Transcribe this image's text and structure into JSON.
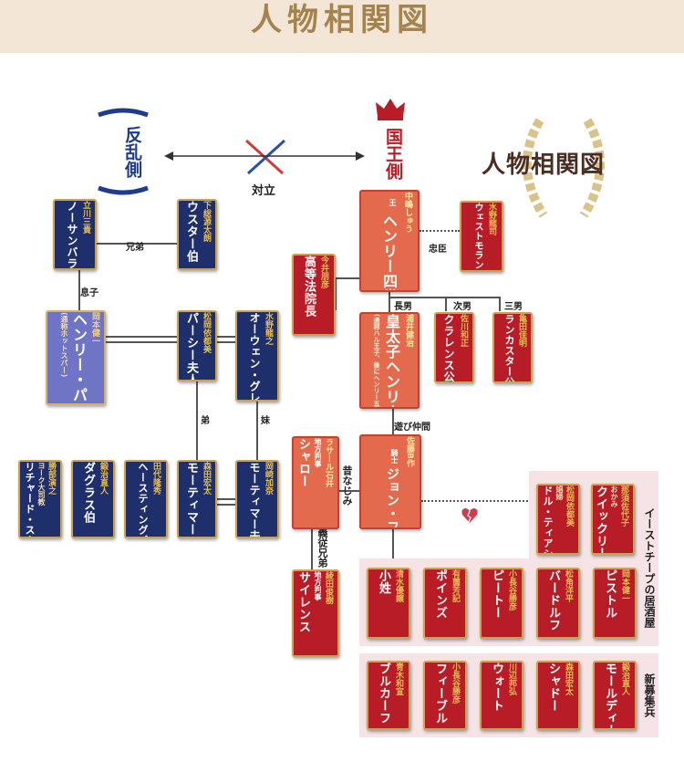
{
  "header_title": "人物相関図",
  "logo_title": "人物相関図",
  "camps": {
    "rebels": "反乱側",
    "royal": "国王側",
    "conflict": "対立"
  },
  "relations": {
    "brothers": "兄弟",
    "son": "息子",
    "younger_brother": "弟",
    "younger_sister": "妹",
    "loyal_vassal": "忠臣",
    "eldest_son": "長男",
    "second_son": "次男",
    "third_son": "三男",
    "playmates": "遊び仲間",
    "old_acquaintance": "昔なじみ",
    "cousins": "義従兄弟"
  },
  "groups": {
    "tavern": "イーストチープの居酒屋",
    "recruits": "新募集兵"
  },
  "colors": {
    "navy": "#1f2f6b",
    "purple": "#6f74c4",
    "salmon": "#e36a4d",
    "crimson": "#b81c26",
    "gold": "#caa252",
    "header": "#f3e6d7",
    "heart": "#d33a4a"
  },
  "icons": {
    "crown": "crown-icon",
    "swords": "crossed-swords-icon",
    "laurel": "laurel-wreath-icon",
    "heart": "broken-heart-icon"
  },
  "characters": {
    "worcester": {
      "actor": "下総源太朗",
      "role": "ウスター伯"
    },
    "northumberland": {
      "actor": "立川三貴",
      "role": "ノーサンバランド伯"
    },
    "hotspur": {
      "actor": "岡本健一",
      "sub": "(通称ホットスパー)",
      "role": "ヘンリー・パーシー"
    },
    "lady_percy": {
      "actor": "松岡依都美",
      "role": "パーシー夫人"
    },
    "glendower": {
      "actor": "水野龍之",
      "role": "オーウェン・グレンダワー"
    },
    "mortimer": {
      "actor": "森田宏太",
      "role": "モーティマー"
    },
    "lady_mortimer": {
      "actor": "岡崎加奈",
      "role": "モーティマー夫人"
    },
    "scroop": {
      "actor": "勝部演之",
      "sub": "ヨーク大司教",
      "role": "リチャード・スクループ"
    },
    "douglas": {
      "actor": "鍛治直人",
      "role": "ダグラス伯"
    },
    "hastings": {
      "actor": "田代隆秀",
      "role": "ヘースティングズ卿"
    },
    "henry4": {
      "actor": "中嶋しゅう",
      "sub": "王",
      "role": "ヘンリー四世"
    },
    "westmoreland": {
      "actor": "水野龍司",
      "role": "ウェストモランド伯"
    },
    "chief_justice": {
      "actor": "今井朋彦",
      "role": "高等法院長"
    },
    "prince_hal": {
      "actor": "浦井健治",
      "sub": "(通称ハル王子、後にヘンリー五世)",
      "role": "皇太子ヘンリー"
    },
    "clarence": {
      "actor": "佐川和正",
      "role": "クラレンス公トマス"
    },
    "lancaster": {
      "actor": "亀田佳明",
      "role": "ランカスター公ジョン"
    },
    "falstaff": {
      "actor": "佐藤B作",
      "sub": "騎士",
      "role": "ジョン・フォールスタッフ"
    },
    "shallow": {
      "actor": "ラサール石井",
      "sub": "地方判事",
      "role": "シャロー"
    },
    "silence": {
      "actor": "綾田俊樹",
      "sub": "地方判事",
      "role": "サイレンス"
    },
    "doll": {
      "actor": "松岡依都美",
      "sub": "娼婦",
      "role": "ドル・ティアシート"
    },
    "quickly": {
      "actor": "那須佐代子",
      "sub": "おかみ",
      "role": "クイックリー"
    },
    "page": {
      "actor": "清水優譲",
      "role": "小姓"
    },
    "poins": {
      "actor": "有薗芳記",
      "role": "ポインズ"
    },
    "peto": {
      "actor": "小長谷勝彦",
      "role": "ピートー"
    },
    "bardolph": {
      "actor": "松角洋平",
      "role": "バードルフ"
    },
    "pistol": {
      "actor": "岡本健一",
      "role": "ピストル"
    },
    "bullcalf": {
      "actor": "青木和宣",
      "role": "ブルカーフ"
    },
    "feeble": {
      "actor": "小長谷勝彦",
      "role": "フィーブル"
    },
    "wart": {
      "actor": "川辺邦弘",
      "role": "ウォート"
    },
    "shadow": {
      "actor": "森田宏太",
      "role": "シャドー"
    },
    "mouldy": {
      "actor": "鍛治直人",
      "role": "モールディー"
    }
  }
}
